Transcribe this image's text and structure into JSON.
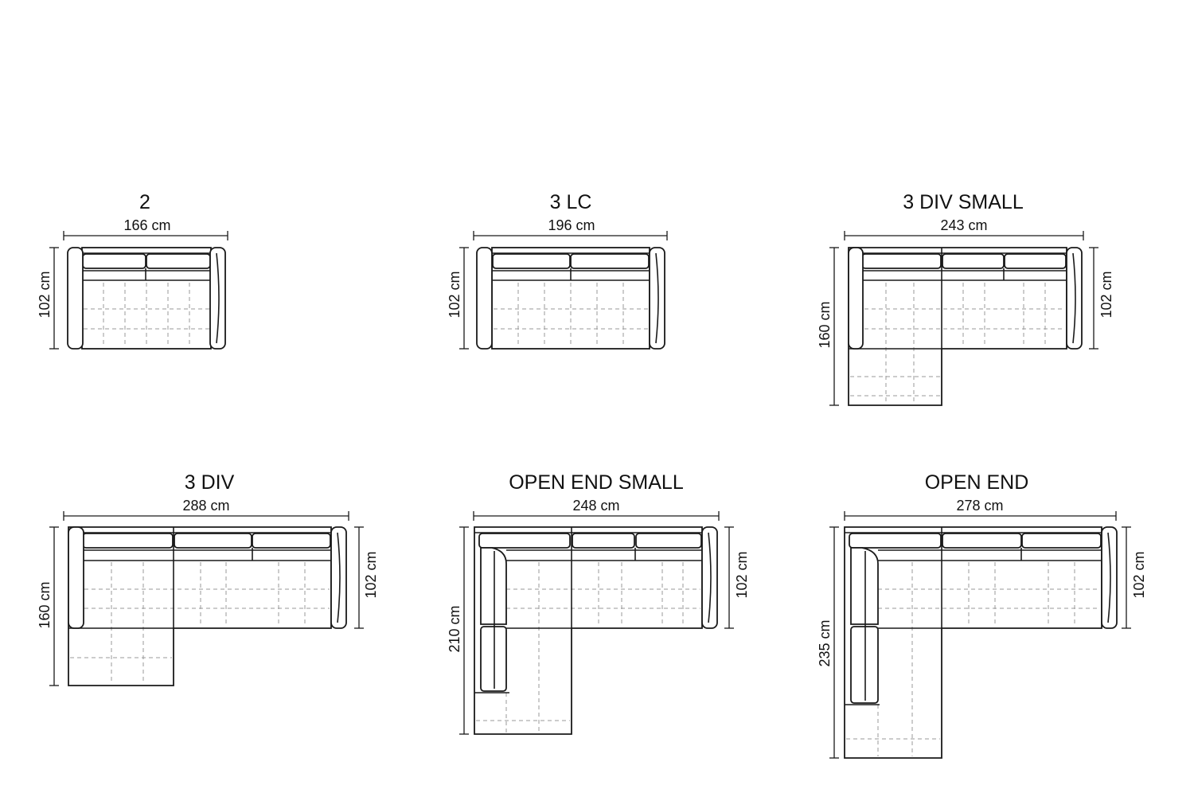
{
  "sofas": [
    {
      "id": "s1",
      "title": "2",
      "width": "166 cm",
      "depth_left": "102 cm"
    },
    {
      "id": "s2",
      "title": "3 LC",
      "width": "196 cm",
      "depth_left": "102 cm"
    },
    {
      "id": "s3",
      "title": "3 DIV SMALL",
      "width": "243 cm",
      "depth_left": "160 cm",
      "depth_right": "102 cm"
    },
    {
      "id": "s4",
      "title": "3 DIV",
      "width": "288 cm",
      "depth_left": "160 cm",
      "depth_right": "102 cm"
    },
    {
      "id": "s5",
      "title": "OPEN END SMALL",
      "width": "248 cm",
      "depth_left": "210 cm",
      "depth_right": "102 cm"
    },
    {
      "id": "s6",
      "title": "OPEN END",
      "width": "278 cm",
      "depth_left": "235 cm",
      "depth_right": "102 cm"
    }
  ]
}
